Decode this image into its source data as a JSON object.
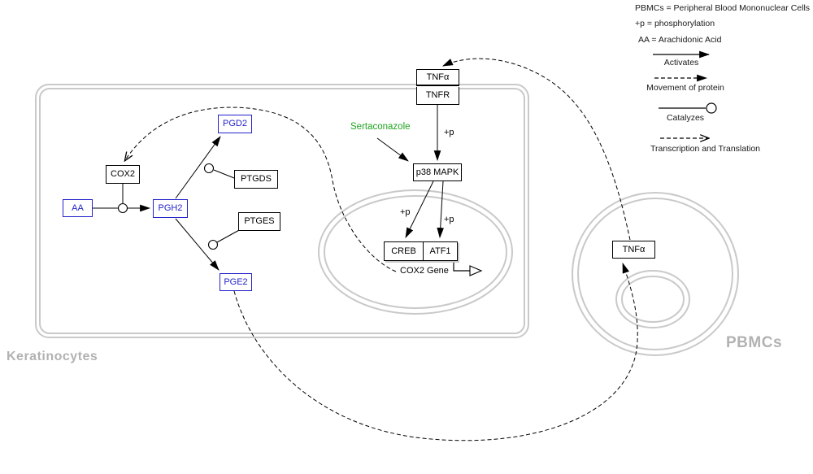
{
  "legend": {
    "abbreviations": [
      "PBMCs = Peripheral Blood Mononuclear Cells",
      "+p = phosphorylation",
      "AA = Arachidonic Acid"
    ],
    "activates_label": "Activates",
    "movement_label": "Movement of protein",
    "catalyzes_label": "Catalyzes",
    "transcription_label": "Transcription and Translation"
  },
  "cells": {
    "keratinocytes_label": "Keratinocytes",
    "pbmcs_label": "PBMCs"
  },
  "nodes": {
    "cox2": "COX2",
    "aa": "AA",
    "pgh2": "PGH2",
    "pgd2": "PGD2",
    "pge2": "PGE2",
    "ptgds": "PTGDS",
    "ptges": "PTGES",
    "tnfa_keratinocyte": "TNFα",
    "tnfr": "TNFR",
    "p38_mapk": "p38 MAPK",
    "creb": "CREB",
    "atf1": "ATF1",
    "tnfa_pbmc": "TNFα",
    "cox2_gene": "COX2 Gene"
  },
  "annotations": {
    "drug": "Sertaconazole",
    "phospho": "+p"
  },
  "colors": {
    "metabolite_blue": "#2323cb",
    "drug_green": "#1fa51f",
    "membrane_gray": "#c9c9c9",
    "cell_label_gray": "#b2b2b2",
    "line_black": "#000000"
  }
}
